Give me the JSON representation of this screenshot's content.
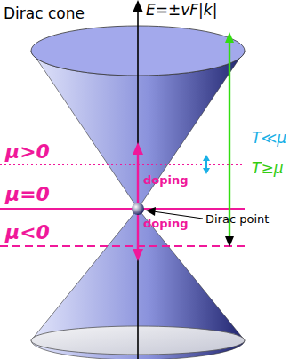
{
  "diagram": {
    "labels": [
      "Dirac cone",
      "E=±vF|k|",
      "μ>0",
      "T≪μ",
      "T≥μ",
      "doping",
      "μ=0",
      "Dirac point",
      "doping",
      "μ<0"
    ]
  }
}
